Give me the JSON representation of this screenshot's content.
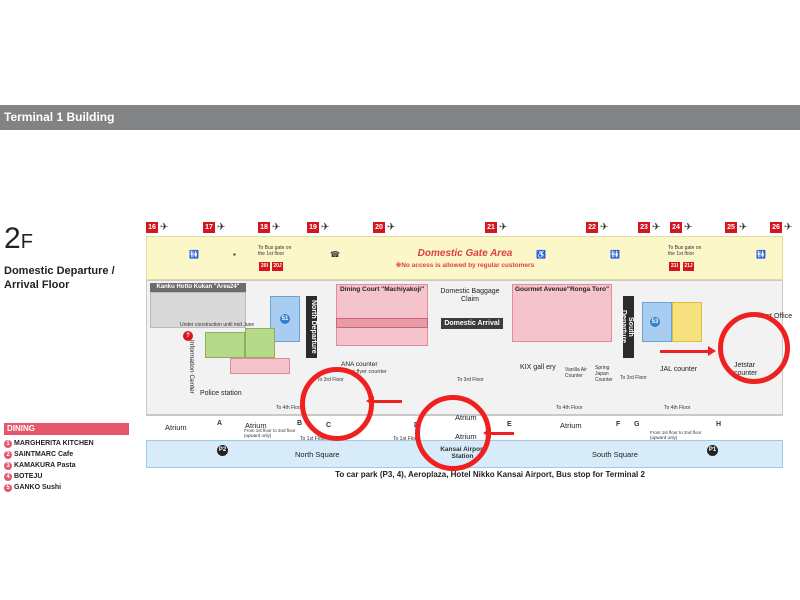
{
  "header": {
    "title": "Terminal 1 Building"
  },
  "floor": {
    "number": "2",
    "suffix": "F",
    "line1": "Domestic Departure /",
    "line2": "Arrival Floor"
  },
  "dining": {
    "title": "DINING",
    "items": [
      {
        "num": "1",
        "label": "MARGHERITA KITCHEN"
      },
      {
        "num": "2",
        "label": "SAINTMARC Cafe"
      },
      {
        "num": "3",
        "label": "KAMAKURA Pasta"
      },
      {
        "num": "4",
        "label": "BOTEJU"
      },
      {
        "num": "5",
        "label": "GANKO Sushi"
      }
    ]
  },
  "gates": [
    "16",
    "17",
    "18",
    "19",
    "20",
    "21",
    "22",
    "23",
    "24",
    "25",
    "26"
  ],
  "small_gates": [
    "20I",
    "20J",
    "21I",
    "21J"
  ],
  "gate_area": {
    "title": "Domestic Gate Area",
    "subtitle": "※No access is allowed by regular customers"
  },
  "labels": {
    "bus_gate_left": "To Bus gate on the 1st floor",
    "bus_gate_right": "To Bus gate on the 1st floor",
    "kanku": "Kanku Hotto Kukan \"Area24\"",
    "construction": "Under construction until mid June",
    "north_departure": "North Departure",
    "south_departure": "South Departure",
    "dining_court": "Dining Court \"Machiyakoji\"",
    "gourmet_avenue": "Gourmet Avenue\"Ronga Toro\"",
    "domestic_baggage": "Domestic Baggage Claim",
    "domestic_arrival": "Domestic Arrival",
    "information_center": "Information Center",
    "police_station": "Police station",
    "ana_counter": "ANA counter",
    "ana_sub": "Star flyer counter",
    "kix_gallery": "KIX gall ery",
    "vanilla_air": "Vanilla Air Counter",
    "spring_japan": "Spring Japan Counter",
    "jal_counter": "JAL counter",
    "jetstar": "Jetstar counter",
    "post_office": "Post Office",
    "to_3rd_floor_a": "To 3rd Floor",
    "to_3rd_floor_b": "To 3rd Floor",
    "to_3rd_floor_c": "To 3rd Floor",
    "to_4th_floor_a": "To 4th Floor",
    "to_4th_floor_b": "To 4th Floor",
    "to_4th_floor_c": "To 4th Floor",
    "to_1st_floor_a": "To 1st Floor",
    "to_1st_floor_b": "To 1st Floor",
    "escalator_left": "From 1st floor to 2nd floor (upward only)",
    "escalator_right": "From 1st floor to 2nd floor (upward only)",
    "atrium_left": "Atrium",
    "atrium_left2": "Atrium",
    "atrium_center": "Atrium",
    "atrium_center2": "Atrium",
    "atrium_right": "Atrium",
    "north_square": "North Square",
    "south_square": "South Square",
    "kansai_station": "Kansai Airport Station",
    "p2": "P2",
    "p1": "P1",
    "letters": [
      "A",
      "B",
      "C",
      "D",
      "E",
      "F",
      "G",
      "H"
    ],
    "bottom_text": "To car park (P3, 4), Aeroplaza, Hotel Nikko Kansai Airport,  Bus stop for Terminal 2"
  },
  "colors": {
    "header": "#818385",
    "gate_red": "#d5161f",
    "gate_area": "#fbf7c8",
    "dining_pink": "#e5566a",
    "highlight_ring": "#ee2020"
  }
}
